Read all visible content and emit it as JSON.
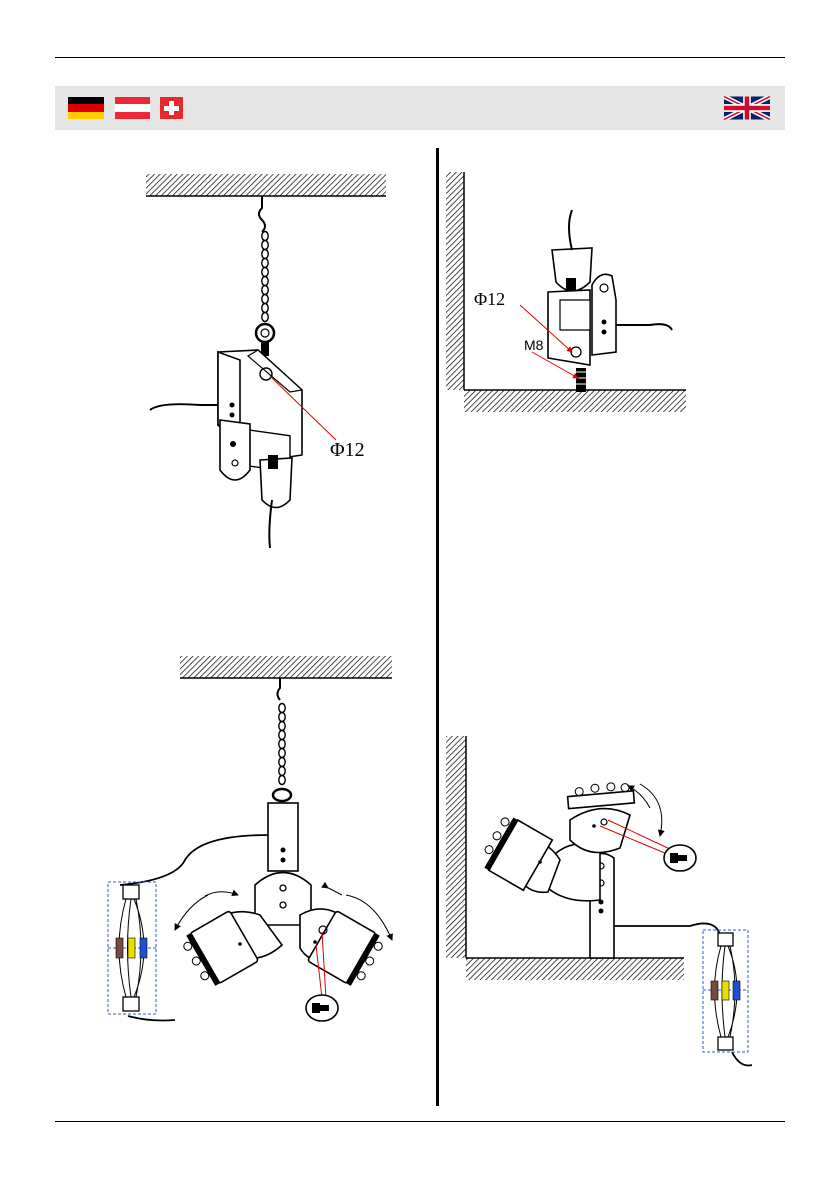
{
  "header": {
    "flags": {
      "germany": [
        "#000000",
        "#dd0000",
        "#ffce00"
      ],
      "austria": [
        "#ed2939",
        "#ffffff",
        "#ed2939"
      ],
      "switzerland": "#e5292c",
      "uk": [
        "#012169",
        "#ffffff",
        "#c8102e"
      ]
    },
    "banner_color": "#e6e6e6"
  },
  "figures": {
    "top_left": {
      "label": "Φ12"
    },
    "top_right": {
      "label_phi": "Φ12",
      "label_m8": "M8"
    }
  },
  "accent": "#e00000"
}
